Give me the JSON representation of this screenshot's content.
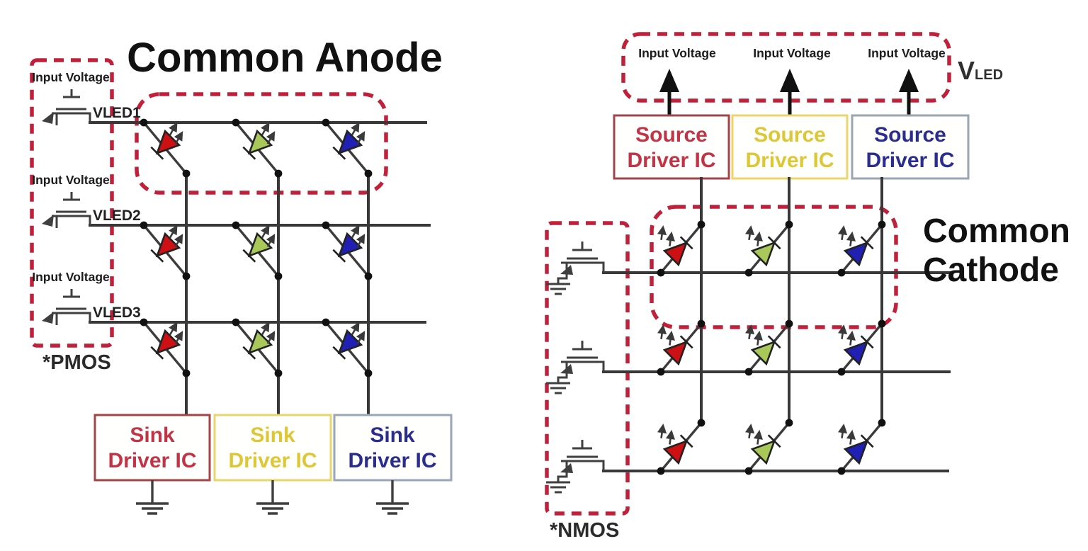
{
  "left_panel": {
    "title": "Common Anode",
    "transistor_group_label": "*PMOS",
    "transistors": [
      {
        "input_label": "Input Voltage",
        "rail_label": "VLED1"
      },
      {
        "input_label": "Input Voltage",
        "rail_label": "VLED2"
      },
      {
        "input_label": "Input Voltage",
        "rail_label": "VLED3"
      }
    ],
    "driver_ics": [
      {
        "line1": "Sink",
        "line2": "Driver IC",
        "text_color": "#c23345",
        "border_color": "#a4434a"
      },
      {
        "line1": "Sink",
        "line2": "Driver IC",
        "text_color": "#ddc734",
        "border_color": "#e8d66a"
      },
      {
        "line1": "Sink",
        "line2": "Driver IC",
        "text_color": "#2a2d8f",
        "border_color": "#9aa6b6"
      }
    ]
  },
  "right_panel": {
    "title_line1": "Common",
    "title_line2": "Cathode",
    "transistor_group_label": "*NMOS",
    "supply": {
      "main": "V",
      "subscript": "LED"
    },
    "input_labels": [
      "Input Voltage",
      "Input Voltage",
      "Input Voltage"
    ],
    "driver_ics": [
      {
        "line1": "Source",
        "line2": "Driver IC",
        "text_color": "#c23345",
        "border_color": "#a4434a"
      },
      {
        "line1": "Source",
        "line2": "Driver IC",
        "text_color": "#ddc734",
        "border_color": "#e8d66a"
      },
      {
        "line1": "Source",
        "line2": "Driver IC",
        "text_color": "#2a2d8f",
        "border_color": "#9aa6b6"
      }
    ]
  },
  "colors": {
    "led_red": "#cc1013",
    "led_green": "#a8c859",
    "led_blue": "#2020b4",
    "dashed_outline": "#c1203b",
    "wire": "#3c3c3c"
  }
}
